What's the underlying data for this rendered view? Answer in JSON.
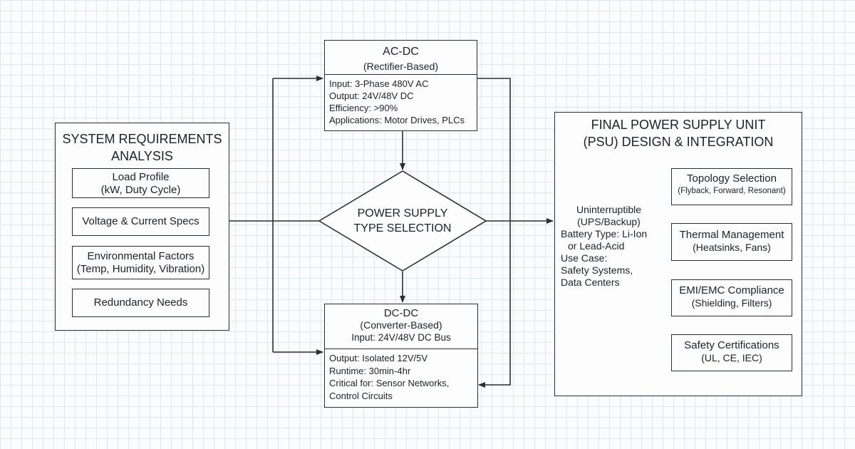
{
  "requirements": {
    "title": [
      "SYSTEM REQUIREMENTS",
      "ANALYSIS"
    ],
    "items": [
      [
        "Load Profile",
        "(kW, Duty Cycle)"
      ],
      [
        "Voltage & Current Specs"
      ],
      [
        "Environmental Factors",
        "(Temp, Humidity, Vibration)"
      ],
      [
        "Redundancy Needs"
      ]
    ]
  },
  "acdc": {
    "title": [
      "AC-DC",
      "(Rectifier-Based)"
    ],
    "details": [
      "Input: 3-Phase 480V AC",
      "Output: 24V/48V DC",
      "Efficiency: >90%",
      "Applications: Motor Drives, PLCs"
    ]
  },
  "decision": {
    "label": [
      "POWER SUPPLY",
      "TYPE SELECTION"
    ]
  },
  "dcdc": {
    "title": [
      "DC-DC",
      "(Converter-Based)",
      "Input: 24V/48V DC Bus"
    ],
    "details": [
      "Output: Isolated 12V/5V",
      "Runtime: 30min-4hr",
      "Critical for: Sensor Networks,",
      "Control Circuits"
    ]
  },
  "psu": {
    "title": [
      "FINAL POWER SUPPLY UNIT",
      "(PSU) DESIGN & INTEGRATION"
    ],
    "ups_text": [
      "Uninterruptible",
      "(UPS/Backup)",
      "Battery Type: Li-Ion",
      "or Lead-Acid",
      "Use Case:",
      "Safety Systems,",
      "Data Centers"
    ],
    "items": [
      [
        "Topology Selection",
        "(Flyback, Forward, Resonant)"
      ],
      [
        "Thermal Management",
        "(Heatsinks, Fans)"
      ],
      [
        "EMI/EMC Compliance",
        "(Shielding, Filters)"
      ],
      [
        "Safety Certifications",
        "(UL, CE, IEC)"
      ]
    ]
  }
}
